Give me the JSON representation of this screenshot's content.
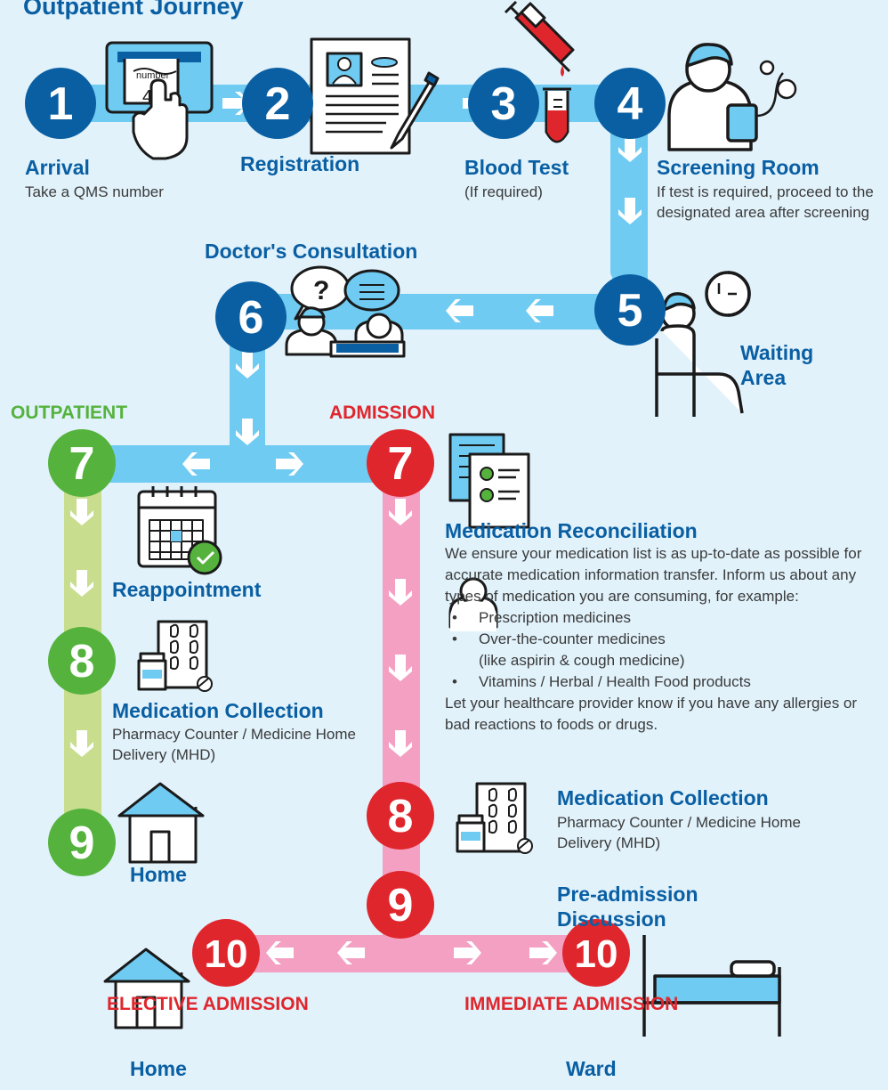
{
  "title": "Outpatient Journey",
  "colors": {
    "main": "#0a5fa3",
    "path_blue": "#6fcbf1",
    "outpatient_green": "#55b33d",
    "outpatient_path": "#c9dd8f",
    "admission_red": "#e0262d",
    "admission_path": "#f3a0c3",
    "background": "#e1f2fb"
  },
  "steps": {
    "s1": {
      "num": "1",
      "label": "Arrival",
      "sub": "Take a QMS number"
    },
    "s2": {
      "num": "2",
      "label": "Registration"
    },
    "s3": {
      "num": "3",
      "label": "Blood Test",
      "sub": "(If required)"
    },
    "s4": {
      "num": "4",
      "label": "Screening Room",
      "sub": "If test is required, proceed to the designated area after screening"
    },
    "s5": {
      "num": "5",
      "label": "Waiting Area"
    },
    "s6": {
      "num": "6",
      "label": "Doctor's Consultation"
    }
  },
  "ticket": {
    "word": "number",
    "value": "48"
  },
  "outpatient": {
    "heading": "OUTPATIENT",
    "s7": {
      "num": "7",
      "label": "Reappointment"
    },
    "s8": {
      "num": "8",
      "label": "Medication Collection",
      "sub": "Pharmacy Counter / Medicine Home Delivery (MHD)"
    },
    "s9": {
      "num": "9",
      "label": "Home"
    }
  },
  "admission": {
    "heading": "ADMISSION",
    "s7": {
      "num": "7",
      "label": "Medication Reconciliation",
      "intro": "We ensure your medication list is as up-to-date as possible for accurate medication information transfer. Inform us about any types of medication you are consuming, for example:",
      "bullets": [
        "Prescription medicines",
        "Over-the-counter medicines",
        "Vitamins / Herbal / Health Food products"
      ],
      "bullet_note": "(like aspirin & cough medicine)",
      "outro": "Let your healthcare provider know if you have any allergies or bad reactions to foods or drugs."
    },
    "s8": {
      "num": "8",
      "label": "Medication Collection",
      "sub": "Pharmacy Counter / Medicine Home Delivery (MHD)"
    },
    "s9": {
      "num": "9",
      "label": "Pre-admission Discussion"
    }
  },
  "elective": {
    "heading": "ELECTIVE ADMISSION",
    "num": "10",
    "label": "Home"
  },
  "immediate": {
    "heading": "IMMEDIATE ADMISSION",
    "num": "10",
    "label": "Ward"
  }
}
